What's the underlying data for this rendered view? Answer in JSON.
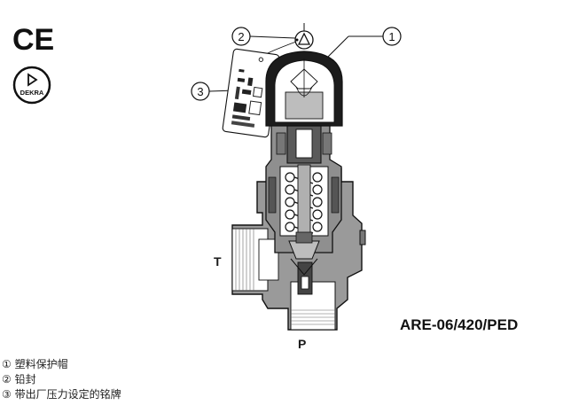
{
  "certifications": {
    "ce_mark": "CE",
    "dekra_label": "DEKRA"
  },
  "model": "ARE-06/420/PED",
  "ports": {
    "tank": "T",
    "pressure": "P"
  },
  "callouts": [
    {
      "number": "1"
    },
    {
      "number": "2"
    },
    {
      "number": "3"
    }
  ],
  "legend": [
    {
      "marker": "①",
      "text": "塑料保护帽"
    },
    {
      "marker": "②",
      "text": "铅封"
    },
    {
      "marker": "③",
      "text": "带出厂压力设定的铭牌"
    }
  ]
}
